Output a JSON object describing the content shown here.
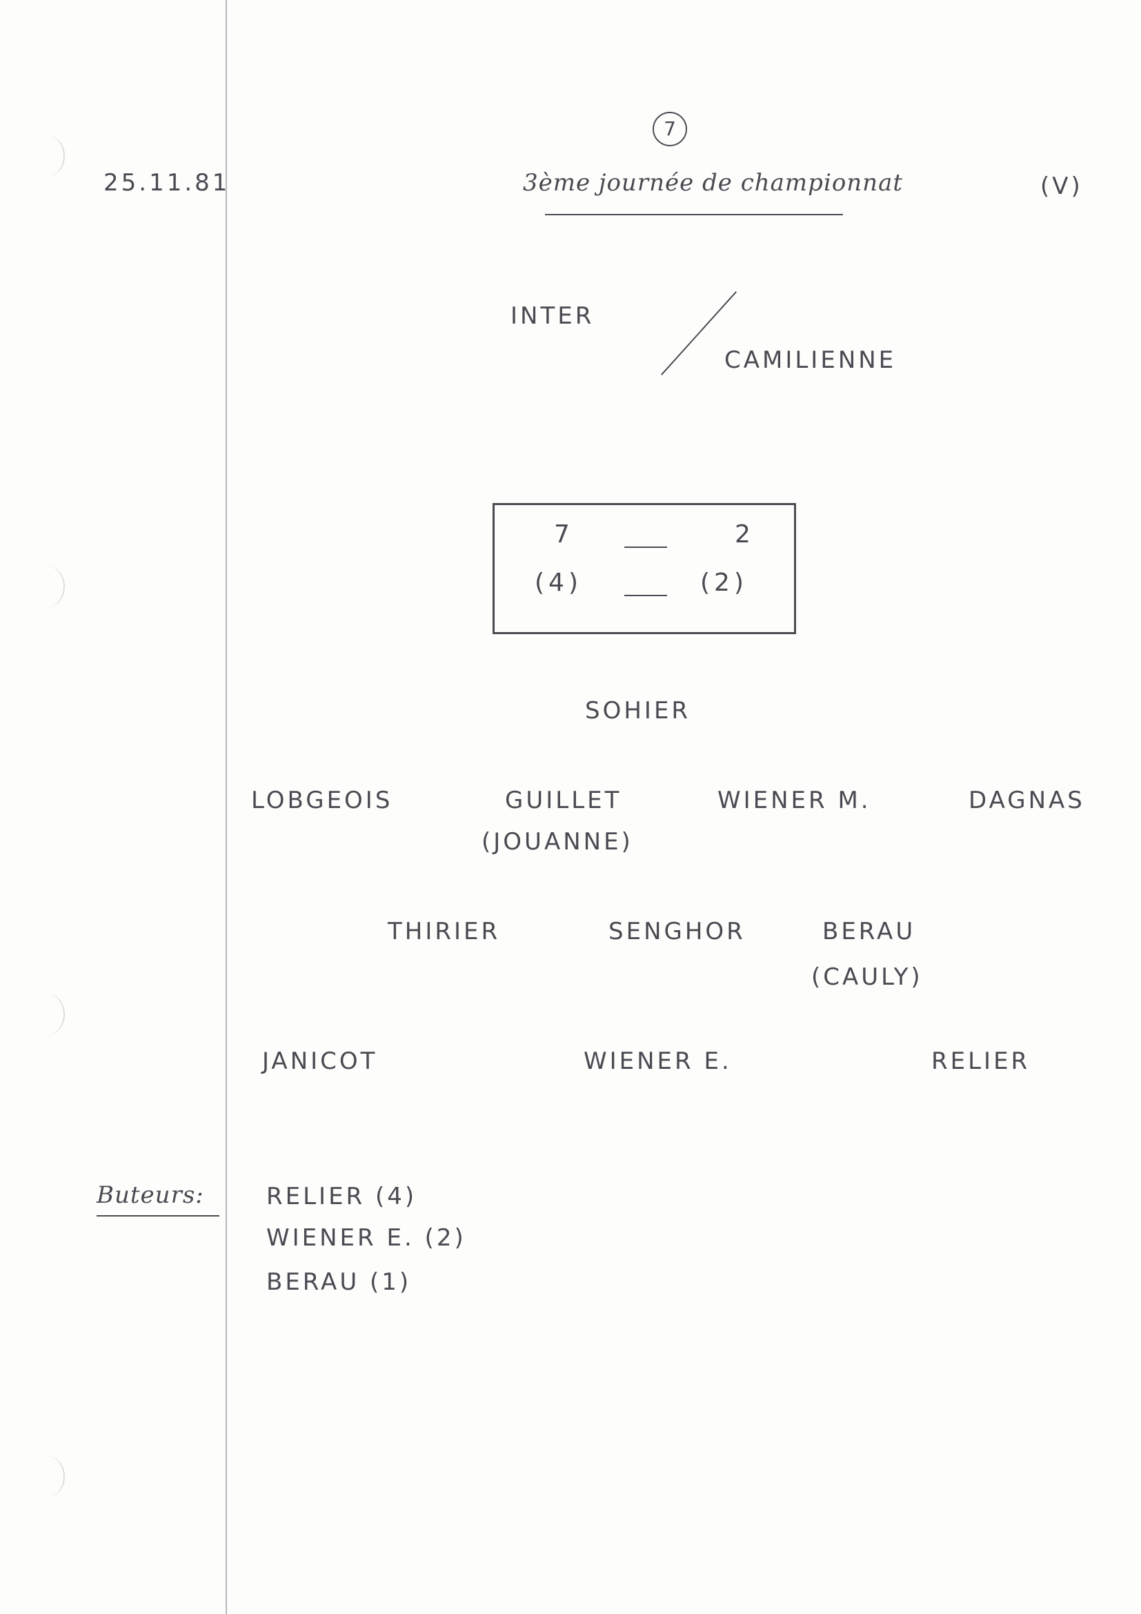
{
  "header": {
    "date": "25.11.81",
    "page_number": "7",
    "title": "3ème journée de championnat",
    "marker": "(V)"
  },
  "match": {
    "home_team": "INTER",
    "away_team": "CAMILIENNE"
  },
  "score": {
    "full_time_home": "7",
    "full_time_away": "2",
    "half_time_home": "(4)",
    "half_time_away": "(2)"
  },
  "lineup": {
    "goalkeeper": "SOHIER",
    "defenders": [
      "LOBGEOIS",
      "GUILLET",
      "WIENER M.",
      "DAGNAS"
    ],
    "defender_sub": "(JOUANNE)",
    "midfielders": [
      "THIRIER",
      "SENGHOR",
      "BERAU"
    ],
    "midfielder_sub": "(CAULY)",
    "forwards": [
      "JANICOT",
      "WIENER E.",
      "RELIER"
    ]
  },
  "scorers": {
    "label": "Buteurs:",
    "list": [
      "RELIER (4)",
      "WIENER E. (2)",
      "BERAU (1)"
    ]
  }
}
